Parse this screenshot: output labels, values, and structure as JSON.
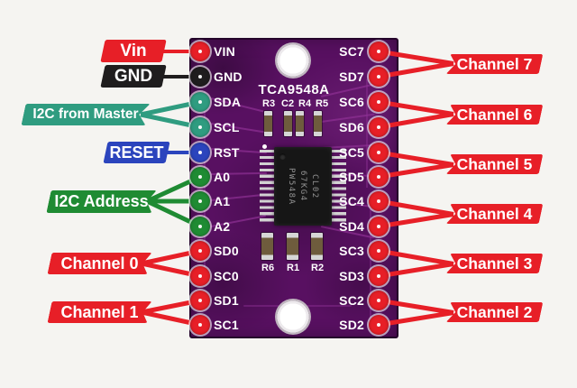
{
  "palette": {
    "red": "#e71f27",
    "black": "#1f1d1e",
    "teal": "#2f9c80",
    "blue": "#2b44bd",
    "green": "#1f8b33",
    "board": "#581061",
    "trace": "#8e3194",
    "silk": "#ffffff",
    "chip": "#161616",
    "page_bg": "#f5f4f1"
  },
  "board": {
    "silkscreen_title": "TCA9548A",
    "top_component_labels": [
      "R3",
      "C2",
      "R4",
      "R5"
    ],
    "bottom_component_labels": [
      "R6",
      "R1",
      "R2"
    ],
    "chip_marking": [
      "PW548A",
      "67KG4",
      "CL02"
    ],
    "left_pins": [
      {
        "name": "VIN",
        "color": "red"
      },
      {
        "name": "GND",
        "color": "black"
      },
      {
        "name": "SDA",
        "color": "teal"
      },
      {
        "name": "SCL",
        "color": "teal"
      },
      {
        "name": "RST",
        "color": "blue"
      },
      {
        "name": "A0",
        "color": "green"
      },
      {
        "name": "A1",
        "color": "green"
      },
      {
        "name": "A2",
        "color": "green"
      },
      {
        "name": "SD0",
        "color": "red"
      },
      {
        "name": "SC0",
        "color": "red"
      },
      {
        "name": "SD1",
        "color": "red"
      },
      {
        "name": "SC1",
        "color": "red"
      }
    ],
    "right_pins": [
      {
        "name": "SC7",
        "color": "red"
      },
      {
        "name": "SD7",
        "color": "red"
      },
      {
        "name": "SC6",
        "color": "red"
      },
      {
        "name": "SD6",
        "color": "red"
      },
      {
        "name": "SC5",
        "color": "red"
      },
      {
        "name": "SD5",
        "color": "red"
      },
      {
        "name": "SC4",
        "color": "red"
      },
      {
        "name": "SD4",
        "color": "red"
      },
      {
        "name": "SC3",
        "color": "red"
      },
      {
        "name": "SD3",
        "color": "red"
      },
      {
        "name": "SC2",
        "color": "red"
      },
      {
        "name": "SD2",
        "color": "red"
      }
    ]
  },
  "left_callouts": [
    {
      "label": "Vin",
      "color": "red",
      "pins": [
        "VIN"
      ]
    },
    {
      "label": "GND",
      "color": "black",
      "pins": [
        "GND"
      ]
    },
    {
      "label": "I2C from Master",
      "color": "teal",
      "pins": [
        "SDA",
        "SCL"
      ]
    },
    {
      "label": "RESET",
      "color": "blue",
      "pins": [
        "RST"
      ]
    },
    {
      "label": "I2C Address",
      "color": "green",
      "pins": [
        "A0",
        "A1",
        "A2"
      ]
    },
    {
      "label": "Channel 0",
      "color": "red",
      "pins": [
        "SD0",
        "SC0"
      ]
    },
    {
      "label": "Channel 1",
      "color": "red",
      "pins": [
        "SD1",
        "SC1"
      ]
    }
  ],
  "right_callouts": [
    {
      "label": "Channel 7",
      "color": "red",
      "pins": [
        "SC7",
        "SD7"
      ]
    },
    {
      "label": "Channel 6",
      "color": "red",
      "pins": [
        "SC6",
        "SD6"
      ]
    },
    {
      "label": "Channel 5",
      "color": "red",
      "pins": [
        "SC5",
        "SD5"
      ]
    },
    {
      "label": "Channel 4",
      "color": "red",
      "pins": [
        "SC4",
        "SD4"
      ]
    },
    {
      "label": "Channel 3",
      "color": "red",
      "pins": [
        "SC3",
        "SD3"
      ]
    },
    {
      "label": "Channel 2",
      "color": "red",
      "pins": [
        "SC2",
        "SD2"
      ]
    }
  ]
}
